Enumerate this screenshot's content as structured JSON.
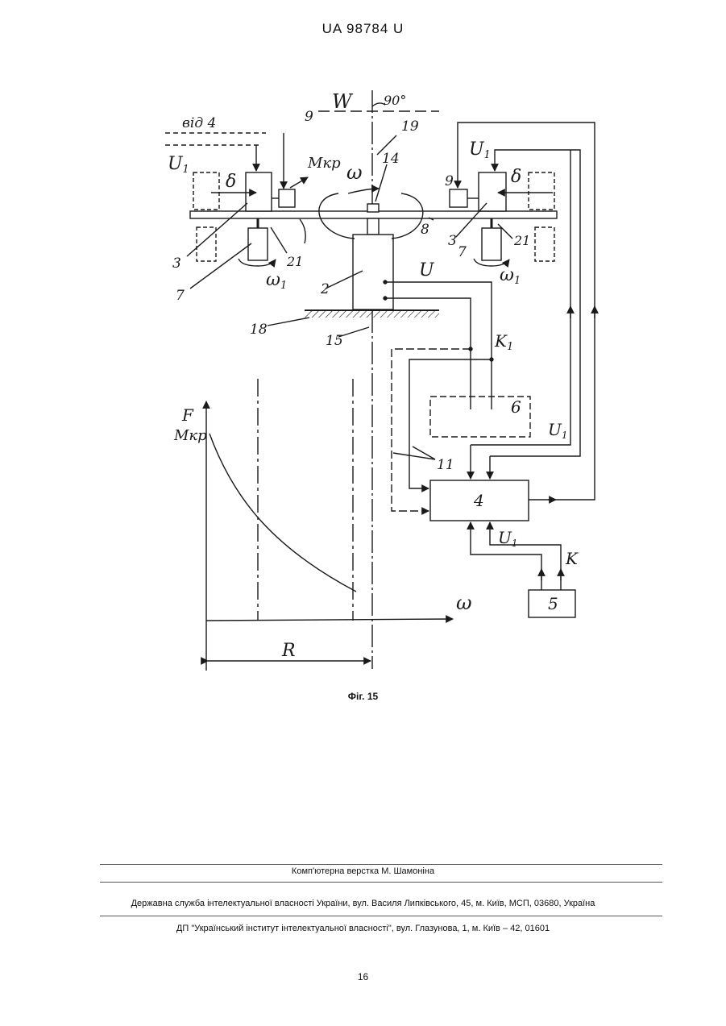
{
  "header": {
    "doc_number": "UA   98784   U"
  },
  "figure": {
    "caption": "Фіг. 15",
    "labels": {
      "w": "W",
      "angle": "90°",
      "from4": "від 4",
      "u1_left": "U",
      "u1_right": "U",
      "sub1": "1",
      "delta_left": "δ",
      "delta_right": "δ",
      "mkr_top": "Мкр",
      "omega_top": "ω",
      "omega1_left": "ω",
      "omega1_right": "ω",
      "n9_left": "9",
      "n9_right": "9",
      "n19": "19",
      "n14": "14",
      "n3_left": "3",
      "n3_right": "3",
      "n7_left": "7",
      "n7_right": "7",
      "n21_left": "21",
      "n21_right": "21",
      "n2": "2",
      "n8": "8",
      "n18": "18",
      "n15": "15",
      "u_motor": "U",
      "k1": "K",
      "block6": "6",
      "block4": "4",
      "block5": "5",
      "u1_block4_top": "U",
      "u1_block4_bottom": "U",
      "n11": "11",
      "k": "K",
      "f_axis": "F",
      "mkr_axis": "Мкр",
      "omega_axis": "ω",
      "r_label": "R"
    }
  },
  "footer": {
    "layout": "Комп'ютерна верстка М. Шамоніна",
    "service": "Державна служба інтелектуальної власності України, вул. Василя Липківського, 45, м. Київ, МСП, 03680, Україна",
    "institute": "ДП \"Український інститут інтелектуальної власності\", вул. Глазунова, 1, м. Київ – 42, 01601"
  },
  "page_number": "16"
}
